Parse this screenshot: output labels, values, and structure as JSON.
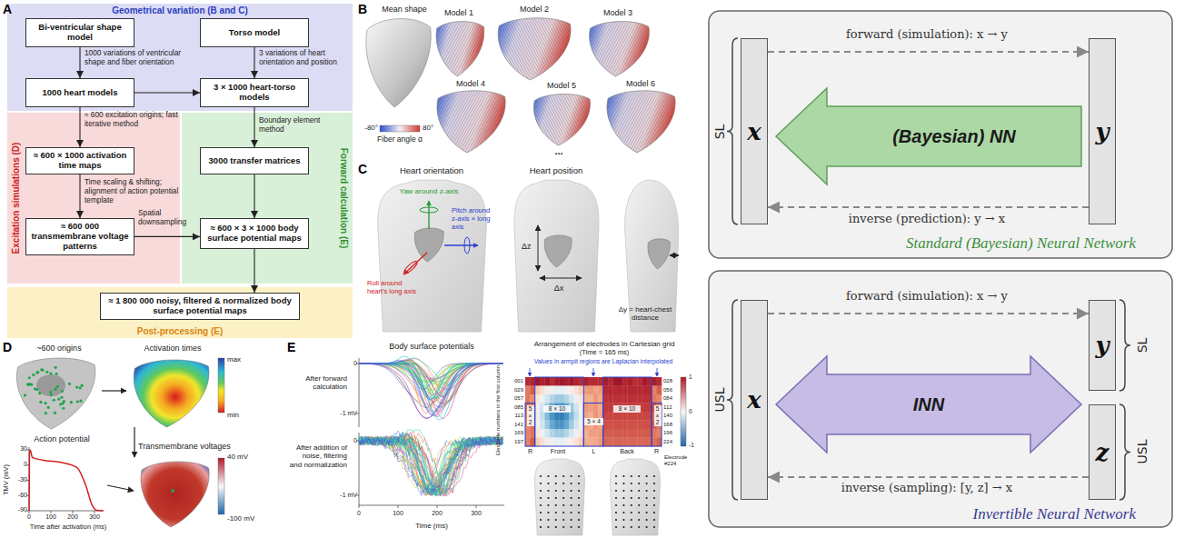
{
  "diagram": {
    "nodes": [
      {
        "text": [
          "Geometrical variation (B and C)"
        ]
      },
      {
        "text": [
          "Bi-ventricular shape model"
        ],
        "in": 0
      },
      {
        "text": [
          "Torso model"
        ],
        "in": 0
      },
      {
        "text": [
          "1000 heart models"
        ],
        "in": 0
      },
      {
        "text": [
          "3 × 1000 heart-torso models"
        ],
        "in": 0
      },
      {
        "text": [
          "Excitation simulations (D)"
        ]
      },
      {
        "text": [
          "≈ 600 × 1000 activation time maps"
        ],
        "in": 5
      },
      {
        "text": [
          "≈ 600 000 transmembrane voltage patterns"
        ],
        "in": 5
      },
      {
        "text": [
          "Forward calculation (E)"
        ]
      },
      {
        "text": [
          "3000 transfer matrices"
        ],
        "in": 8
      },
      {
        "text": [
          "≈ 600 × 3 × 1000 body surface potential maps"
        ],
        "in": 8
      },
      {
        "text": [
          "Post-processing (E)"
        ]
      },
      {
        "text": [
          "≈ 1 800 000 noisy, filtered & normalized body surface potential maps"
        ],
        "in": 11
      },
      {
        "text": [
          "Standard (Bayesian) Neural Network"
        ]
      },
      {
        "text": [
          "x"
        ],
        "in": 13
      },
      {
        "text": [
          "(Bayesian) NN"
        ],
        "in": 13
      },
      {
        "text": [
          "y"
        ],
        "in": 13
      },
      {
        "text": [
          "Invertible Neural Network"
        ]
      },
      {
        "text": [
          "x"
        ],
        "in": 17
      },
      {
        "text": [
          "INN"
        ],
        "in": 17
      },
      {
        "text": [
          "y"
        ],
        "in": 17
      },
      {
        "text": [
          "z"
        ],
        "in": 17
      }
    ],
    "edges": [
      {
        "from": 1,
        "to": 3,
        "arrow": "to",
        "label": "1000 variations of ventricular shape and fiber orientation"
      },
      {
        "from": 2,
        "to": 4,
        "arrow": "to",
        "label": "3 variations of heart orientation and position"
      },
      {
        "from": 3,
        "to": 4,
        "arrow": "to"
      },
      {
        "from": 3,
        "to": 6,
        "arrow": "to",
        "label": "≈ 600 excitation origins; fast iterative method"
      },
      {
        "from": 4,
        "to": 9,
        "arrow": "to",
        "label": "Boundary element method"
      },
      {
        "from": 6,
        "to": 7,
        "arrow": "to",
        "label": "Time scaling & shifting; alignment of action potential template"
      },
      {
        "from": 9,
        "to": 10,
        "arrow": "to"
      },
      {
        "from": 7,
        "to": 10,
        "arrow": "to",
        "label": "Spatial downsampling"
      },
      {
        "from": 10,
        "to": 12,
        "arrow": "to"
      },
      {
        "from": 14,
        "to": 16,
        "arrow": "to",
        "label": "forward (simulation): x → y"
      },
      {
        "from": 16,
        "to": 14,
        "arrow": "to",
        "label": "inverse (prediction): y → x"
      },
      {
        "from": 18,
        "to": 20,
        "arrow": "to",
        "label": "forward (simulation): x → y"
      },
      {
        "from": 21,
        "to": 18,
        "arrow": "to",
        "label": "inverse (sampling): [y, z] → x"
      }
    ],
    "labels": [
      "A",
      "B",
      "C",
      "D",
      "E",
      "Mean shape",
      "Model 1",
      "Model 2",
      "Model 3",
      "Model 4",
      "Model 5",
      "Model 6",
      "...",
      "-80°",
      "80°",
      "Fiber angle α",
      "Heart orientation",
      "Heart position",
      "Yaw around z-axis",
      "Pitch around z-axis × long axis",
      "Roll around heart's long axis",
      "Δz",
      "Δx",
      "Δy = heart-chest distance",
      "~600 origins",
      "Activation times",
      "max",
      "min",
      "Action potential",
      "Transmembrane voltages",
      "40 mV",
      "-100 mV",
      "TMV (mV)",
      "30",
      "0",
      "-30",
      "-60",
      "-90",
      "0",
      "100",
      "200",
      "300",
      "Time after activation (ms)",
      "Body surface potentials",
      "After forward calculation",
      "After addition of noise, filtering and normalization",
      "0",
      "-1 mV",
      "0",
      "-1 mV",
      "0",
      "100",
      "200",
      "300",
      "Time (ms)",
      "Arrangement of electrodes in Cartesian grid",
      "(Time = 165 ms)",
      "Values in armpit regions are Laplacian interpolated",
      "001",
      "029",
      "057",
      "085",
      "113",
      "141",
      "169",
      "197",
      "028",
      "056",
      "084",
      "112",
      "140",
      "168",
      "196",
      "224",
      "5 × 2",
      "8 × 10",
      "5 × 4",
      "8 × 10",
      "5 × 2",
      "R",
      "Front",
      "L",
      "Back",
      "R",
      "1",
      "0",
      "-1",
      "Electrode #224",
      "Electrode numbers in the first column",
      "SL",
      "USL",
      "SL",
      "USL"
    ]
  }
}
